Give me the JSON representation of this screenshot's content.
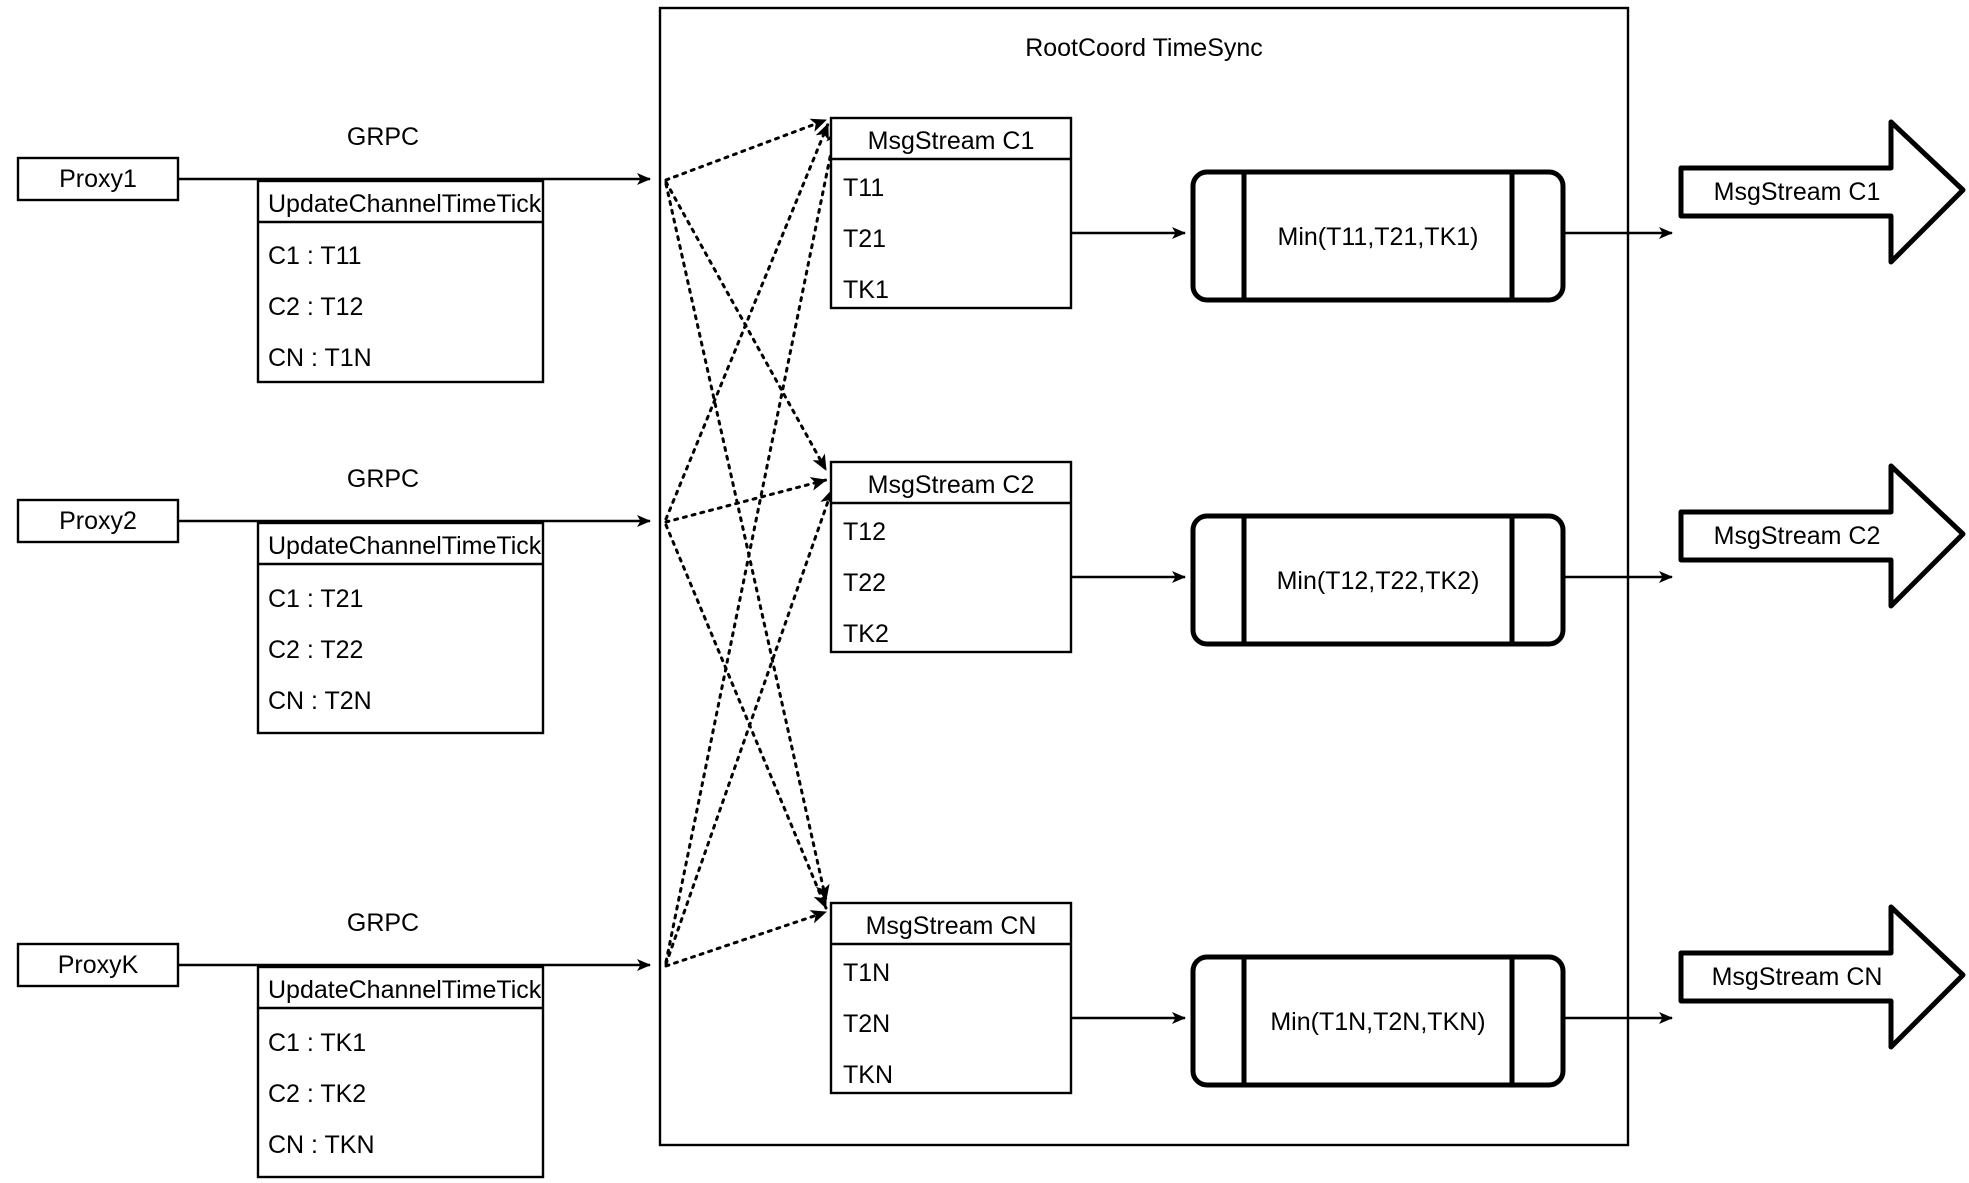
{
  "diagram": {
    "title": "RootCoord TimeSync",
    "container_label": "RootCoord TimeSync",
    "colors": {
      "stroke": "#000000",
      "fill": "#ffffff",
      "text": "#000000"
    }
  },
  "proxies": [
    {
      "name": "Proxy1",
      "link_label": "GRPC",
      "rpc_header": "UpdateChannelTimeTick",
      "entries": [
        "C1 :  T11",
        "C2 :  T12",
        "CN : T1N"
      ]
    },
    {
      "name": "Proxy2",
      "link_label": "GRPC",
      "rpc_header": "UpdateChannelTimeTick",
      "entries": [
        "C1 :  T21",
        "C2 :  T22",
        "CN : T2N"
      ]
    },
    {
      "name": "ProxyK",
      "link_label": "GRPC",
      "rpc_header": "UpdateChannelTimeTick",
      "entries": [
        "C1 :  TK1",
        "C2 :  TK2",
        "CN : TKN"
      ]
    }
  ],
  "msgstreams": [
    {
      "header": "MsgStream C1",
      "entries": [
        "T11",
        "T21",
        "TK1"
      ],
      "min_label": "Min(T11,T21,TK1)",
      "output_label": "MsgStream C1"
    },
    {
      "header": "MsgStream C2",
      "entries": [
        "T12",
        "T22",
        "TK2"
      ],
      "min_label": "Min(T12,T22,TK2)",
      "output_label": "MsgStream C2"
    },
    {
      "header": "MsgStream CN",
      "entries": [
        "T1N",
        "T2N",
        "TKN"
      ],
      "min_label": "Min(T1N,T2N,TKN)",
      "output_label": "MsgStream CN"
    }
  ]
}
